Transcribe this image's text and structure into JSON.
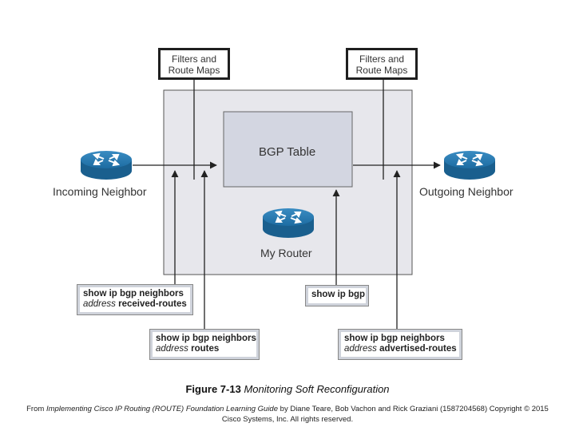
{
  "filters_left": {
    "line1": "Filters and",
    "line2": "Route Maps"
  },
  "filters_right": {
    "line1": "Filters and",
    "line2": "Route Maps"
  },
  "bgp_table": "BGP Table",
  "incoming_label": "Incoming Neighbor",
  "outgoing_label": "Outgoing Neighbor",
  "my_router_label": "My Router",
  "cmd_received": {
    "cmd": "show ip bgp neighbors",
    "arg": "address",
    "tail": "received-routes"
  },
  "cmd_routes": {
    "cmd": "show ip bgp neighbors",
    "arg": "address",
    "tail": "routes"
  },
  "cmd_show_bgp": {
    "cmd": "show ip bgp"
  },
  "cmd_advertised": {
    "cmd": "show ip bgp neighbors",
    "arg": "address",
    "tail": "advertised-routes"
  },
  "caption": {
    "figure": "Figure 7-13",
    "title": "Monitoring Soft Reconfiguration"
  },
  "credit": {
    "prefix": "From",
    "book": "Implementing Cisco IP Routing (ROUTE) Foundation Learning Guide",
    "rest": "by Diane Teare, Bob Vachon and Rick Graziani (1587204568) Copyright © 2015",
    "line2": "Cisco Systems, Inc. All rights reserved."
  },
  "colors": {
    "router_blue": "#1f6fa3",
    "panel_gray": "#e7e7ec",
    "table_fill": "#d3d6e1"
  }
}
